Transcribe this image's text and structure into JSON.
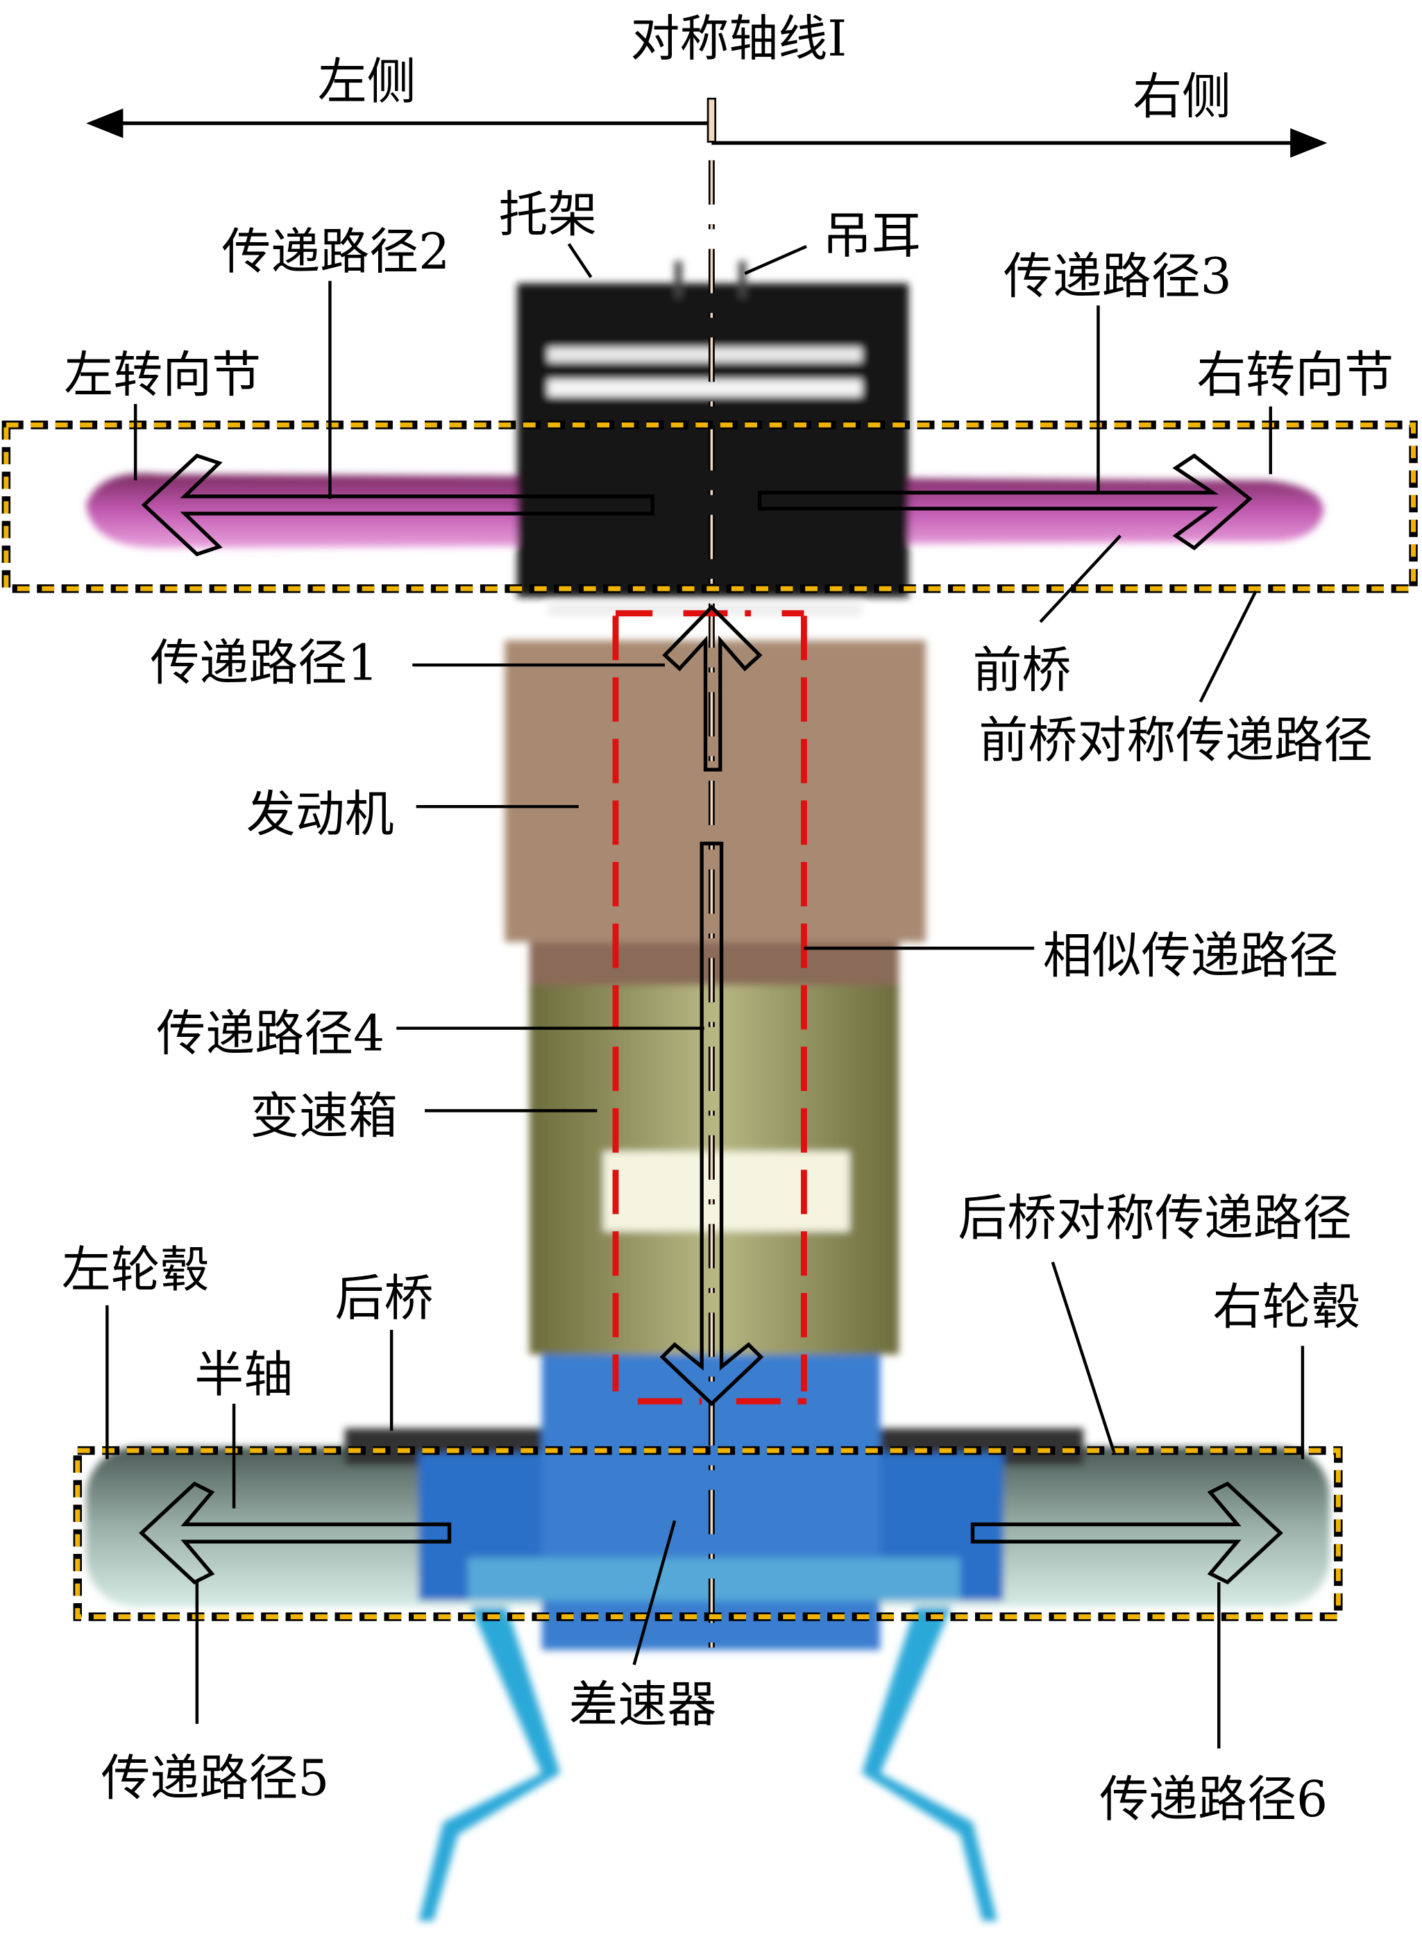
{
  "labels": {
    "axis": "对称轴线I",
    "left_side": "左侧",
    "right_side": "右侧",
    "bracket": "托架",
    "lifting_lug": "吊耳",
    "path2": "传递路径2",
    "path3": "传递路径3",
    "left_knuckle": "左转向节",
    "right_knuckle": "右转向节",
    "path1": "传递路径1",
    "front_axle": "前桥",
    "front_sym_path": "前桥对称传递路径",
    "engine": "发动机",
    "similar_path": "相似传递路径",
    "path4": "传递路径4",
    "gearbox": "变速箱",
    "rear_sym_path": "后桥对称传递路径",
    "left_hub": "左轮毂",
    "rear_axle": "后桥",
    "right_hub": "右轮毂",
    "half_shaft": "半轴",
    "differential": "差速器",
    "path5": "传递路径5",
    "path6": "传递路径6"
  },
  "colors": {
    "front_box": "#f0b400",
    "similar_box": "#e01010",
    "front_axle": "#c05ab0",
    "engine": "#a88a72",
    "gearbox": "#8a8a52",
    "differential": "#3a7ed0",
    "rear_axle": "#90a8a0"
  }
}
